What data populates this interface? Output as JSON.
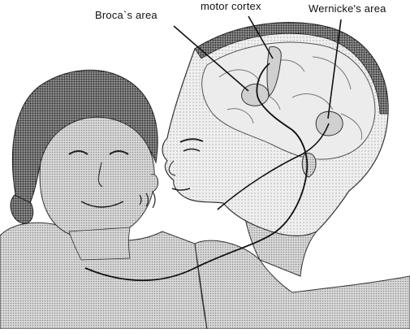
{
  "labels": {
    "broca": "Broca`s area",
    "motor": "motor cortex",
    "wernicke": "Wernicke's area"
  },
  "colors": {
    "ink": "#111111",
    "skin_light": "#d6d6d6",
    "skin_mid": "#b4b4b4",
    "skin_dark": "#8c8c8c",
    "hair": "#3a3a3a",
    "brain": "#e9e9e9"
  }
}
